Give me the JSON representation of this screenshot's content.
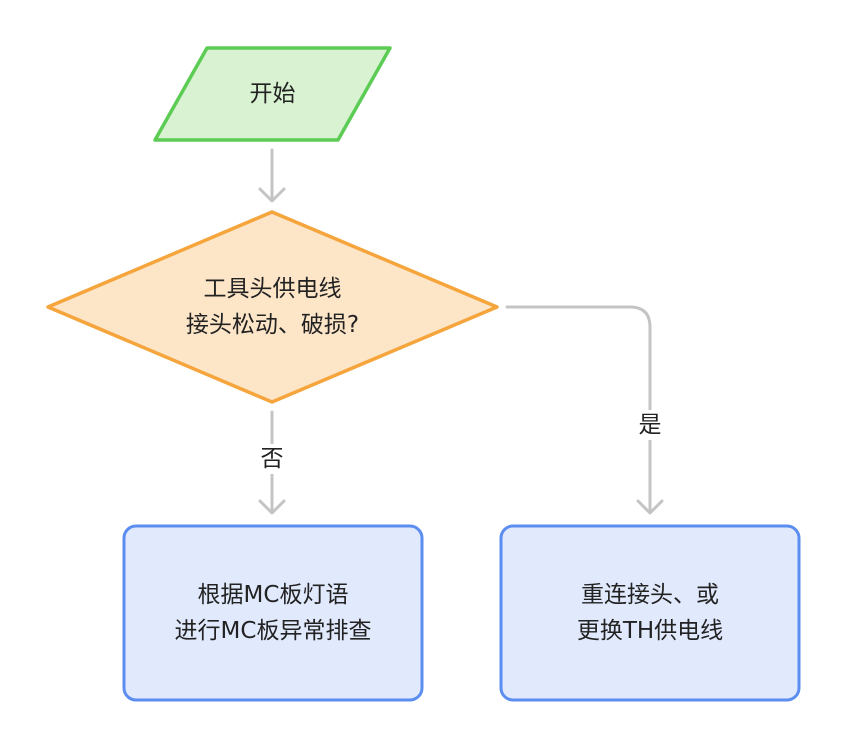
{
  "colors": {
    "connector": "#c4c4c4",
    "start_fill": "#d9f2d2",
    "start_stroke": "#5ccc55",
    "decision_fill": "#fde5c8",
    "decision_stroke": "#f5a53c",
    "process_fill": "#e1e9fc",
    "process_stroke": "#5b8ef0",
    "text": "#222222"
  },
  "nodes": {
    "start": {
      "shape": "parallelogram",
      "label": "开始"
    },
    "decision": {
      "shape": "diamond",
      "line1": "工具头供电线",
      "line2": "接头松动、破损?"
    },
    "process_no": {
      "shape": "rounded-rectangle",
      "line1": "根据MC板灯语",
      "line2": "进行MC板异常排查"
    },
    "process_yes": {
      "shape": "rounded-rectangle",
      "line1": "重连接头、或",
      "line2": "更换TH供电线"
    }
  },
  "edges": {
    "no_label": "否",
    "yes_label": "是"
  }
}
